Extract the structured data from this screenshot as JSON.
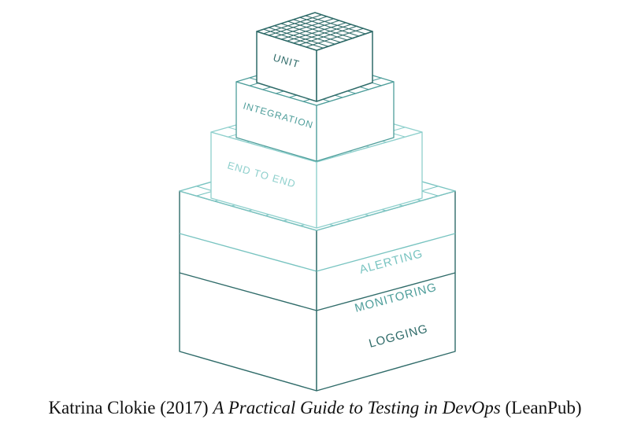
{
  "diagram": {
    "layers": [
      {
        "key": "unit",
        "label": "UNIT"
      },
      {
        "key": "integration",
        "label": "INTEGRATION"
      },
      {
        "key": "end_to_end",
        "label": "END TO END"
      },
      {
        "key": "alerting",
        "label": "ALERTING"
      },
      {
        "key": "monitoring",
        "label": "MONITORING"
      },
      {
        "key": "logging",
        "label": "LOGGING"
      }
    ],
    "colors": {
      "dark": "#2f6b69",
      "medium": "#4f9e9b",
      "light": "#79c4c1",
      "lighter": "#8fd0cd"
    }
  },
  "caption": {
    "author_year": "Katrina Clokie (2017)",
    "title": "A Practical Guide to Testing in DevOps",
    "publisher": "(LeanPub)"
  }
}
